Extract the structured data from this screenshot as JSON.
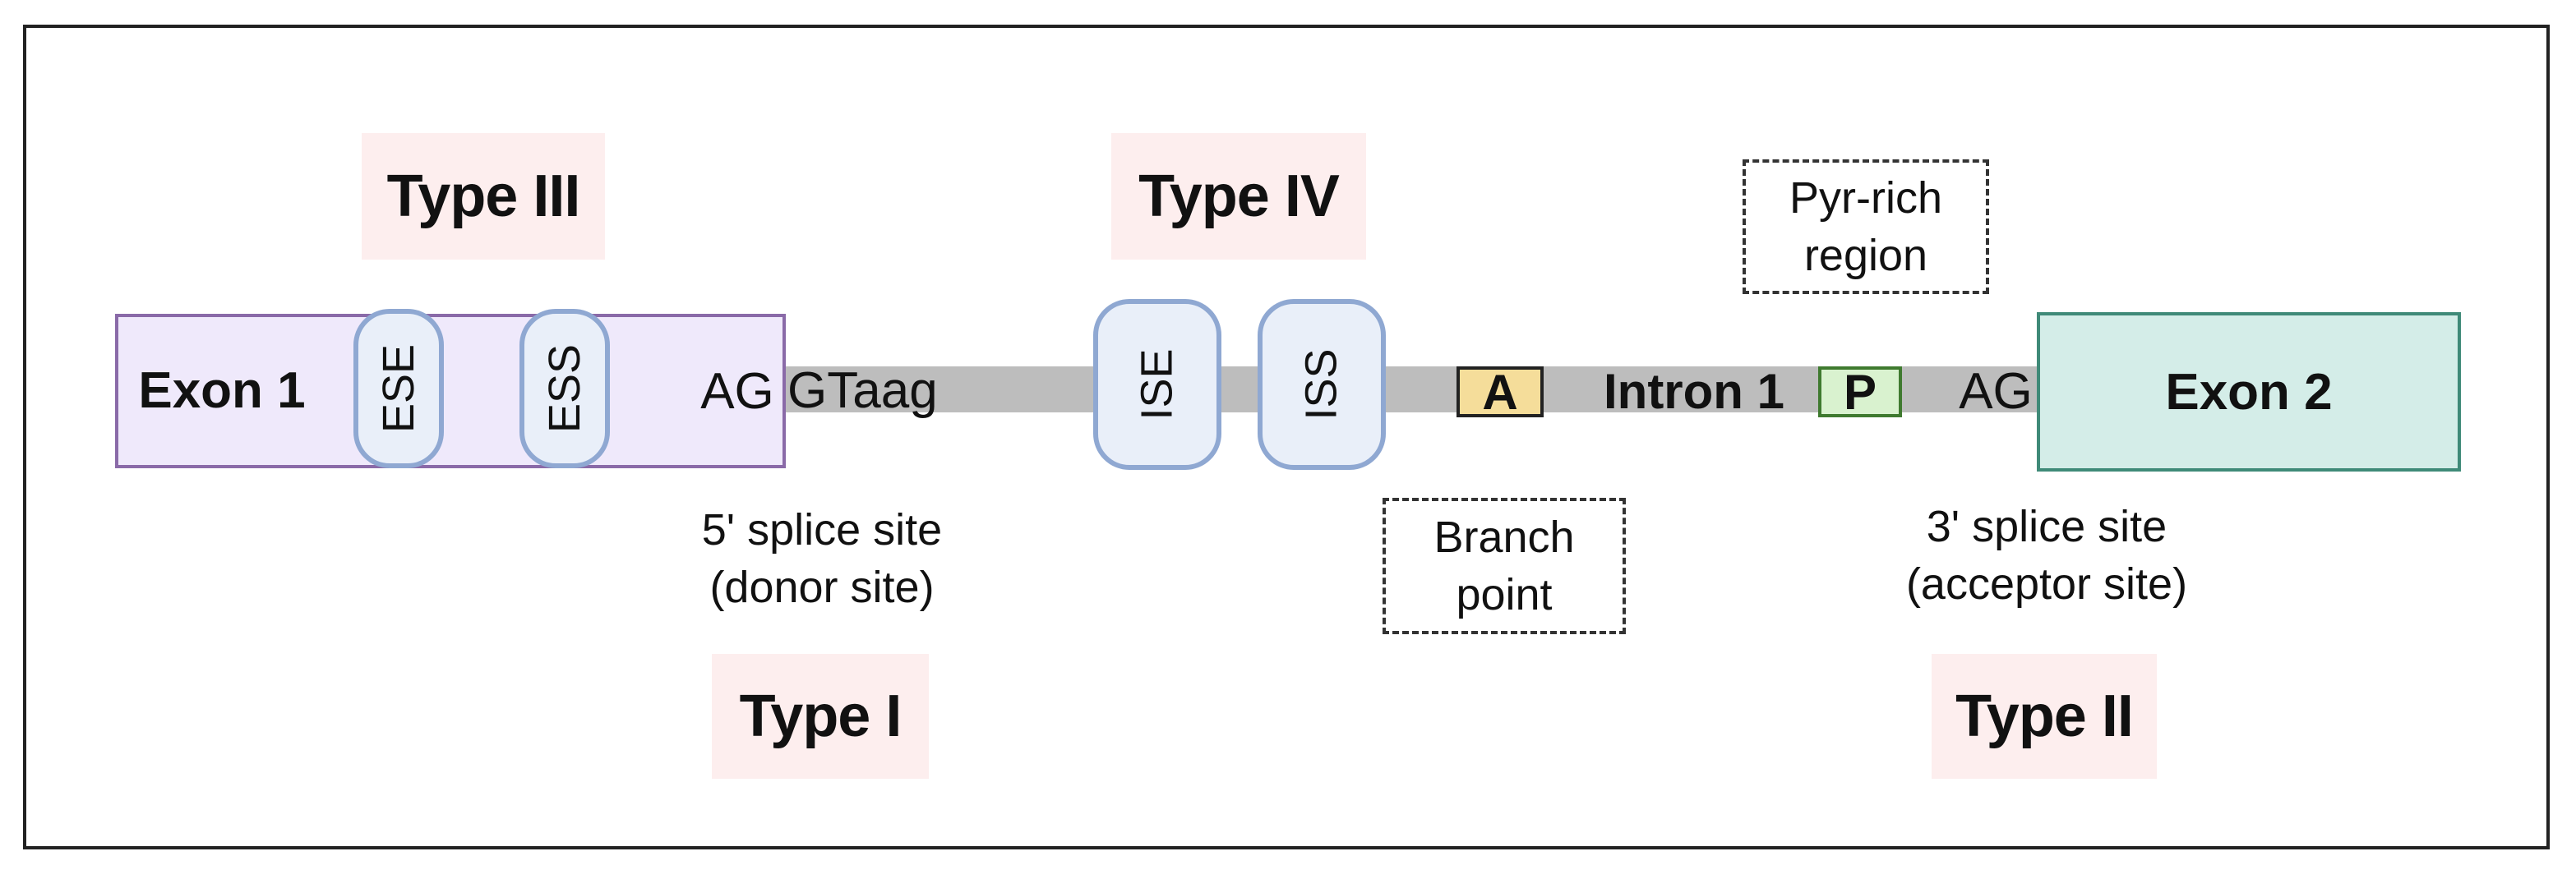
{
  "types": {
    "type1": "Type I",
    "type2": "Type II",
    "type3": "Type III",
    "type4": "Type IV"
  },
  "exon1": {
    "label": "Exon 1",
    "end_seq": "AG"
  },
  "exon2": {
    "label": "Exon 2"
  },
  "intron": {
    "label": "Intron 1",
    "donor_seq": "GTaag",
    "acceptor_seq": "AG"
  },
  "elements": {
    "ese": "ESE",
    "ess": "ESS",
    "ise": "ISE",
    "iss": "ISS"
  },
  "motifs": {
    "branch_a": {
      "label": "A",
      "color": "#f5dd9a"
    },
    "pyr_p": {
      "label": "P",
      "color": "#d9f2cf"
    }
  },
  "annotations": {
    "donor_line1": "5' splice site",
    "donor_line2": "(donor site)",
    "acceptor_line1": "3' splice site",
    "acceptor_line2": "(acceptor site)",
    "branch_line1": "Branch",
    "branch_line2": "point",
    "pyr_line1": "Pyr-rich",
    "pyr_line2": "region"
  },
  "colors": {
    "type_box": "#fdeeee",
    "intron_bar": "#bdbdbd",
    "exon1_fill": "#efe9fb",
    "exon2_fill": "#d4ede8",
    "regulatory_pill": "#e9eff9"
  }
}
